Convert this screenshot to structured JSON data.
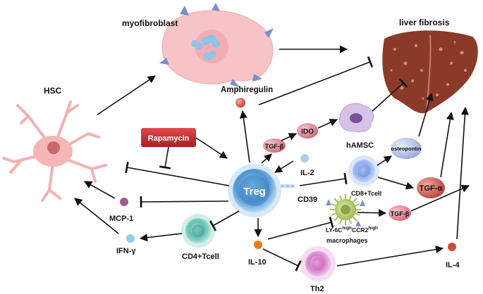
{
  "labels": {
    "myofibroblast": "myofibroblast",
    "liver_fibrosis": "liver fibrosis",
    "hsc": "HSC",
    "amphiregulin": "Amphiregulin",
    "rapamycin": "Rapamycin",
    "tgf_beta_1": "TGF-β",
    "ido": "IDO",
    "hamsc": "hAMSC",
    "osteopontin": "osteopontin",
    "il2": "IL-2",
    "treg": "Treg",
    "cd39": "CD39",
    "cd8": "CD8+Tcell",
    "tgf_alpha": "TGF-α",
    "ly6c_a": "LY-6C",
    "ly6c_sup1": "high",
    "ly6c_b": "CCR2",
    "ly6c_sup2": "high",
    "macrophages": "macrophages",
    "tgf_beta_2": "TGF-β",
    "mcp1": "MCP-1",
    "ifng": "IFN-γ",
    "cd4": "CD4+Tcell",
    "il10": "IL-10",
    "il4": "IL-4",
    "th2": "Th2"
  },
  "colors": {
    "cell_pink": "#f4b8b8",
    "liver": "#8b3a2a",
    "treg": "#5a9fd8",
    "rapamycin": "#c0292b",
    "arrow": "#111111"
  }
}
